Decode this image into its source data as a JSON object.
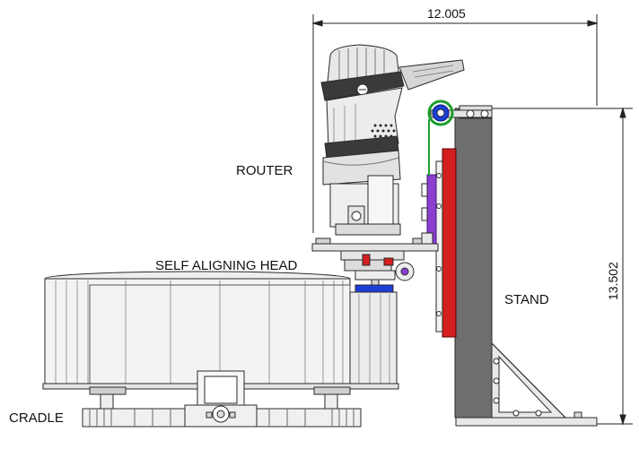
{
  "labels": {
    "router": "ROUTER",
    "self_aligning_head": "SELF ALIGNING HEAD",
    "stand": "STAND",
    "cradle": "CRADLE"
  },
  "dimensions": {
    "width": "12.005",
    "height": "13.502"
  },
  "colors": {
    "outline": "#2a2a2a",
    "stand_gray": "#6e6e6e",
    "red_plate": "#d31f1f",
    "purple_bracket": "#8a3fd1",
    "blue_clamp": "#1d3fd8",
    "green_pulley": "#1e9e2e"
  }
}
